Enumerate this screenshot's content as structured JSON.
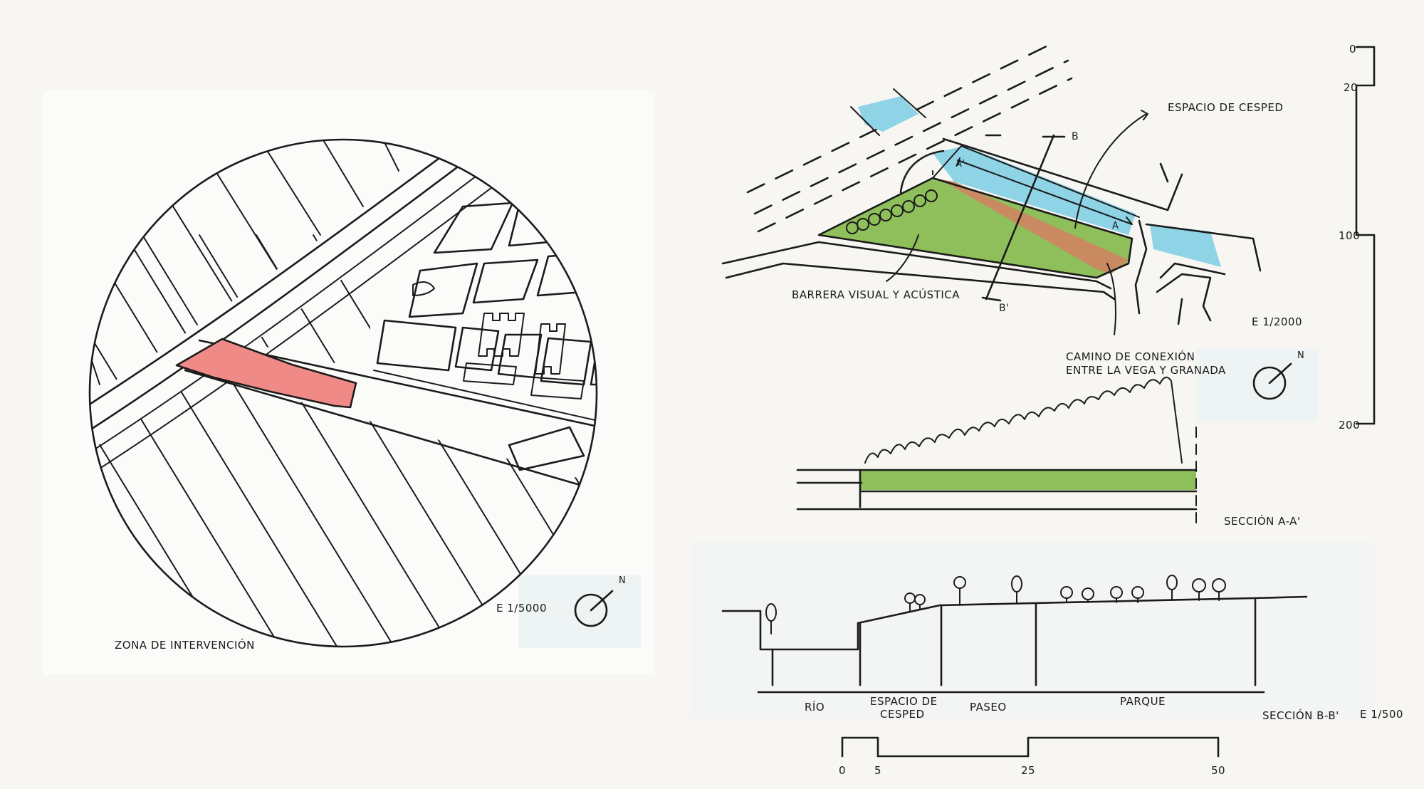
{
  "colors": {
    "paper": "#f7f6f3",
    "ink": "#1b1b1b",
    "site": "#f08a86",
    "lawn": "#9cc66a",
    "lawn_dark": "#7eb052",
    "water": "#8fd3e6",
    "path": "#c98a62",
    "panel": "#eef4f4"
  },
  "left": {
    "zone_label": "ZONA DE INTERVENCIÓN",
    "scale": "E 1/5000",
    "north": "N"
  },
  "plan": {
    "label_cesped": "ESPACIO DE CESPED",
    "label_barrera": "BARRERA VISUAL Y ACÚSTICA",
    "label_camino_1": "CAMINO DE CONEXIÓN",
    "label_camino_2": "ENTRE LA VEGA Y GRANADA",
    "scale": "E 1/2000",
    "north": "N",
    "mark_b": "B",
    "mark_b2": "B'",
    "mark_a": "A",
    "mark_a2": "A'"
  },
  "vertical_scale": {
    "ticks": [
      "0",
      "20",
      "100",
      "200"
    ]
  },
  "section_aa": {
    "title": "SECCIÓN A-A'"
  },
  "section_bb": {
    "title": "SECCIÓN B-B'",
    "scale": "E 1/500",
    "zone_rio": "RÍO",
    "zone_cesped_1": "ESPACIO DE",
    "zone_cesped_2": "CESPED",
    "zone_paseo": "PASEO",
    "zone_parque": "PARQUE"
  },
  "bar_scale": {
    "ticks": [
      "0",
      "5",
      "25",
      "50"
    ]
  }
}
